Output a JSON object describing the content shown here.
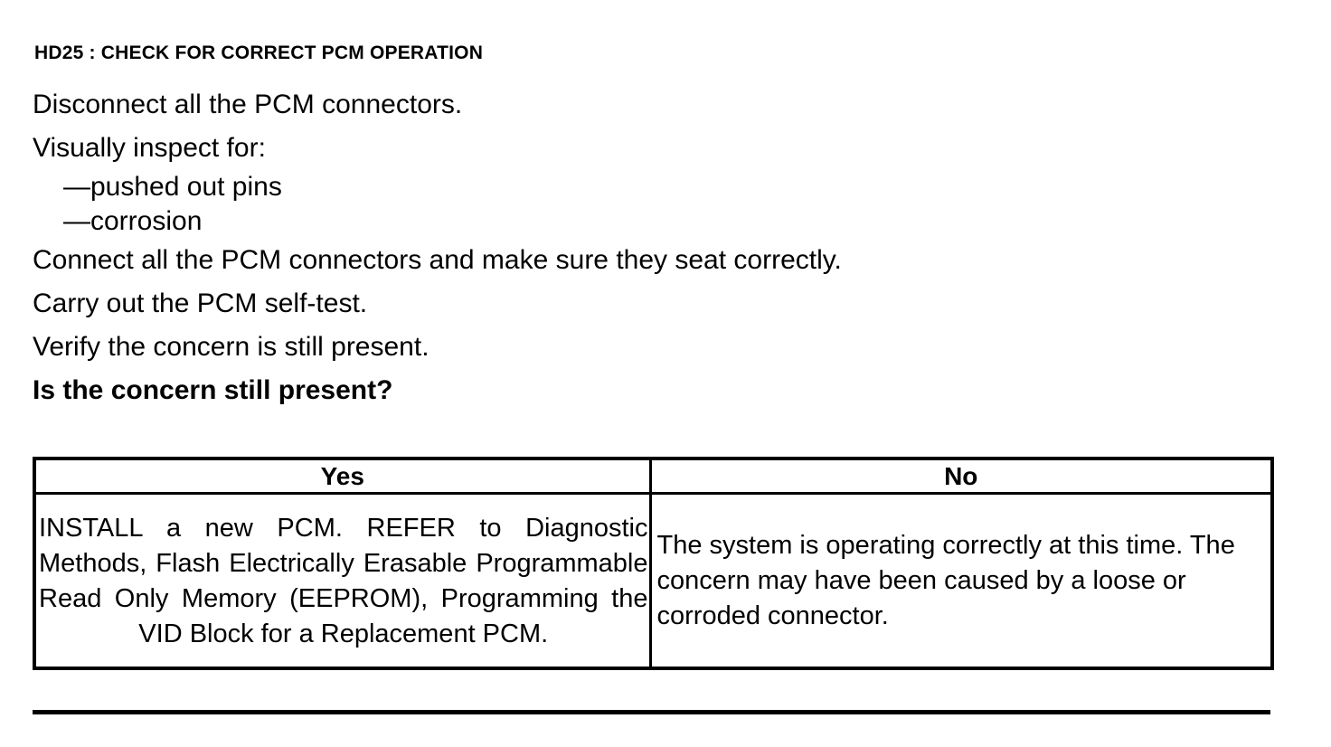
{
  "document": {
    "step_title": "HD25 : CHECK FOR CORRECT PCM OPERATION",
    "instructions": [
      {
        "text": "Disconnect all the PCM connectors.",
        "style": "normal"
      },
      {
        "text": "Visually inspect for:",
        "style": "normal"
      },
      {
        "text": "—pushed out pins",
        "style": "dash"
      },
      {
        "text": "—corrosion",
        "style": "dash"
      },
      {
        "text": "Connect all the PCM connectors and make sure they seat correctly.",
        "style": "normal"
      },
      {
        "text": "Carry out the PCM self-test.",
        "style": "normal"
      },
      {
        "text": "Verify the concern is still present.",
        "style": "normal"
      },
      {
        "text": "Is the concern still present?",
        "style": "bold"
      }
    ],
    "table": {
      "headers": [
        "Yes",
        "No"
      ],
      "cells": [
        "INSTALL a new PCM. REFER to Diagnostic Methods, Flash Electrically Erasable Programmable Read Only Memory (EEPROM), Programming the VID Block for a Replacement PCM.",
        "The system is operating correctly at this time. The concern may have been caused by a loose or corroded connector."
      ]
    }
  }
}
